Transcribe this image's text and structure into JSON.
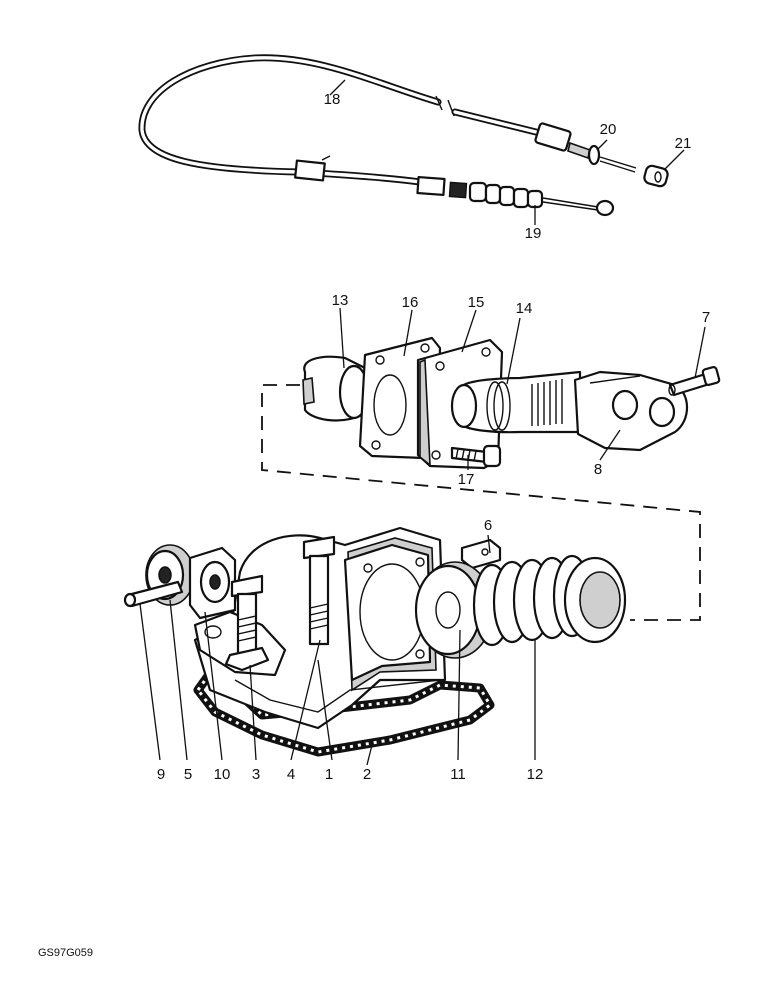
{
  "callouts": [
    {
      "id": "c1",
      "label": "1"
    },
    {
      "id": "c2",
      "label": "2"
    },
    {
      "id": "c3",
      "label": "3"
    },
    {
      "id": "c4",
      "label": "4"
    },
    {
      "id": "c5",
      "label": "5"
    },
    {
      "id": "c6",
      "label": "6"
    },
    {
      "id": "c7",
      "label": "7"
    },
    {
      "id": "c8",
      "label": "8"
    },
    {
      "id": "c9",
      "label": "9"
    },
    {
      "id": "c10",
      "label": "10"
    },
    {
      "id": "c11",
      "label": "11"
    },
    {
      "id": "c12",
      "label": "12"
    },
    {
      "id": "c13",
      "label": "13"
    },
    {
      "id": "c14",
      "label": "14"
    },
    {
      "id": "c15",
      "label": "15"
    },
    {
      "id": "c16",
      "label": "16"
    },
    {
      "id": "c17",
      "label": "17"
    },
    {
      "id": "c18",
      "label": "18"
    },
    {
      "id": "c19",
      "label": "19"
    },
    {
      "id": "c20",
      "label": "20"
    },
    {
      "id": "c21",
      "label": "21"
    }
  ],
  "drawing_code": "GS97G059"
}
